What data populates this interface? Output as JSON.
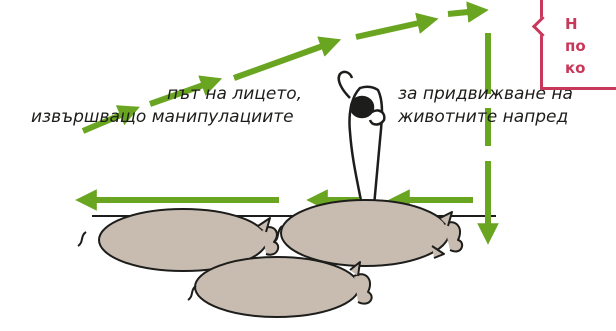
{
  "captions": {
    "left_line1": "път на лицето,",
    "left_line2": "извършващо манипулациите",
    "right_line1": "за придвижване на",
    "right_line2": "животните напред"
  },
  "callout": {
    "line1": "Н",
    "line2": "по",
    "line3": "ко"
  },
  "colors": {
    "path_arrow": "#6aa521",
    "callout_border": "#c8385a",
    "pig_fill": "#c8bcb0",
    "outline": "#1d1d1b"
  },
  "icons": {
    "handler": "person-top-view-icon",
    "animal": "pig-top-view-icon"
  }
}
